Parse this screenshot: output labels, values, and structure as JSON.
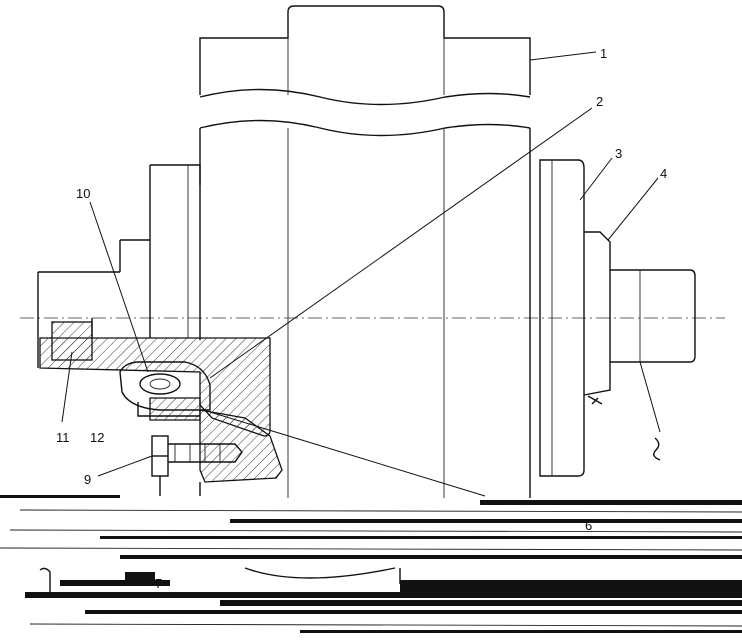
{
  "labels": {
    "l1": "1",
    "l2": "2",
    "l3": "3",
    "l4": "4",
    "l6": "6",
    "l7": "7",
    "l9": "9",
    "l10": "10",
    "l11": "11",
    "l12": "12"
  },
  "colors": {
    "line": "#111111",
    "background": "#ffffff"
  }
}
